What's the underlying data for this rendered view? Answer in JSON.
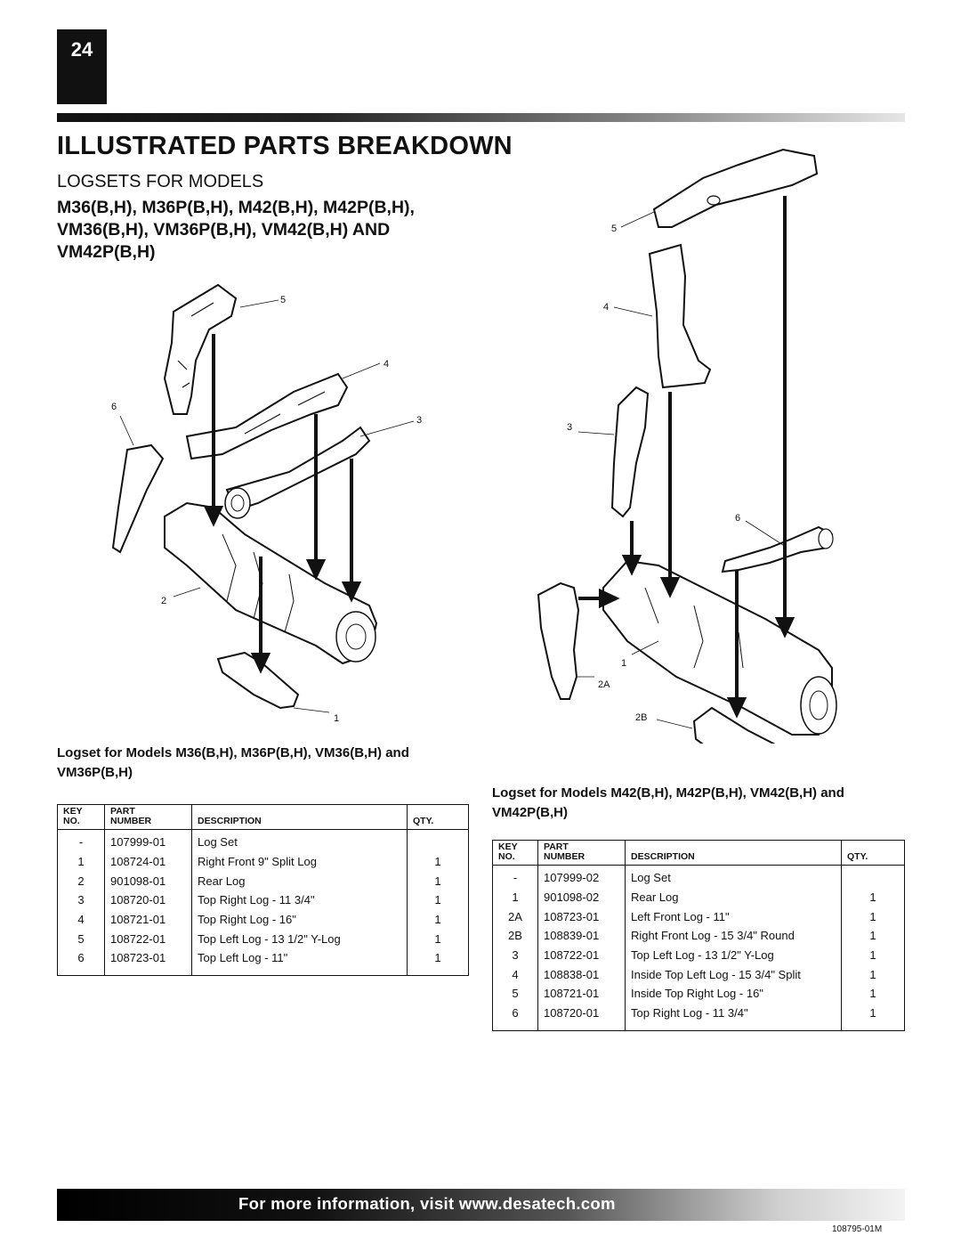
{
  "page_number": "24",
  "main_title": "ILLUSTRATED PARTS BREAKDOWN",
  "sub_title": "LOGSETS FOR MODELS",
  "models_heading": "M36(B,H), M36P(B,H), M42(B,H), M42P(B,H), VM36(B,H), VM36P(B,H), VM42(B,H) AND VM42P(B,H)",
  "left_diagram": {
    "callouts": [
      "5",
      "4",
      "6",
      "3",
      "2",
      "1"
    ]
  },
  "right_diagram": {
    "callouts": [
      "5",
      "4",
      "3",
      "6",
      "1",
      "2A",
      "2B"
    ]
  },
  "table_headers": {
    "key": "KEY",
    "no": "NO.",
    "part": "PART",
    "number": "NUMBER",
    "description": "DESCRIPTION",
    "qty": "QTY."
  },
  "table_36": {
    "caption": "Logset for Models M36(B,H), M36P(B,H), VM36(B,H) and VM36P(B,H)",
    "rows": [
      {
        "key": "-",
        "part": "107999-01",
        "desc": "Log Set",
        "qty": ""
      },
      {
        "key": "1",
        "part": "108724-01",
        "desc": "Right Front 9\" Split Log",
        "qty": "1"
      },
      {
        "key": "2",
        "part": "901098-01",
        "desc": "Rear Log",
        "qty": "1"
      },
      {
        "key": "3",
        "part": "108720-01",
        "desc": "Top Right Log - 11 3/4\"",
        "qty": "1"
      },
      {
        "key": "4",
        "part": "108721-01",
        "desc": "Top Right Log - 16\"",
        "qty": "1"
      },
      {
        "key": "5",
        "part": "108722-01",
        "desc": "Top Left Log - 13 1/2\" Y-Log",
        "qty": "1"
      },
      {
        "key": "6",
        "part": "108723-01",
        "desc": "Top Left Log - 11\"",
        "qty": "1"
      }
    ]
  },
  "table_42": {
    "caption": "Logset for Models M42(B,H), M42P(B,H), VM42(B,H) and VM42P(B,H)",
    "rows": [
      {
        "key": "-",
        "part": "107999-02",
        "desc": "Log Set",
        "qty": ""
      },
      {
        "key": "1",
        "part": "901098-02",
        "desc": "Rear Log",
        "qty": "1"
      },
      {
        "key": "2A",
        "part": "108723-01",
        "desc": "Left Front Log - 11\"",
        "qty": "1"
      },
      {
        "key": "2B",
        "part": "108839-01",
        "desc": "Right Front Log - 15 3/4\" Round",
        "qty": "1"
      },
      {
        "key": "3",
        "part": "108722-01",
        "desc": "Top Left Log - 13 1/2\" Y-Log",
        "qty": "1"
      },
      {
        "key": "4",
        "part": "108838-01",
        "desc": "Inside Top Left Log - 15 3/4\" Split",
        "qty": "1"
      },
      {
        "key": "5",
        "part": "108721-01",
        "desc": "Inside Top Right Log - 16\"",
        "qty": "1"
      },
      {
        "key": "6",
        "part": "108720-01",
        "desc": "Top Right Log - 11 3/4\"",
        "qty": "1"
      }
    ]
  },
  "footer_text": "For more information, visit www.desatech.com",
  "doc_number": "108795-01M"
}
